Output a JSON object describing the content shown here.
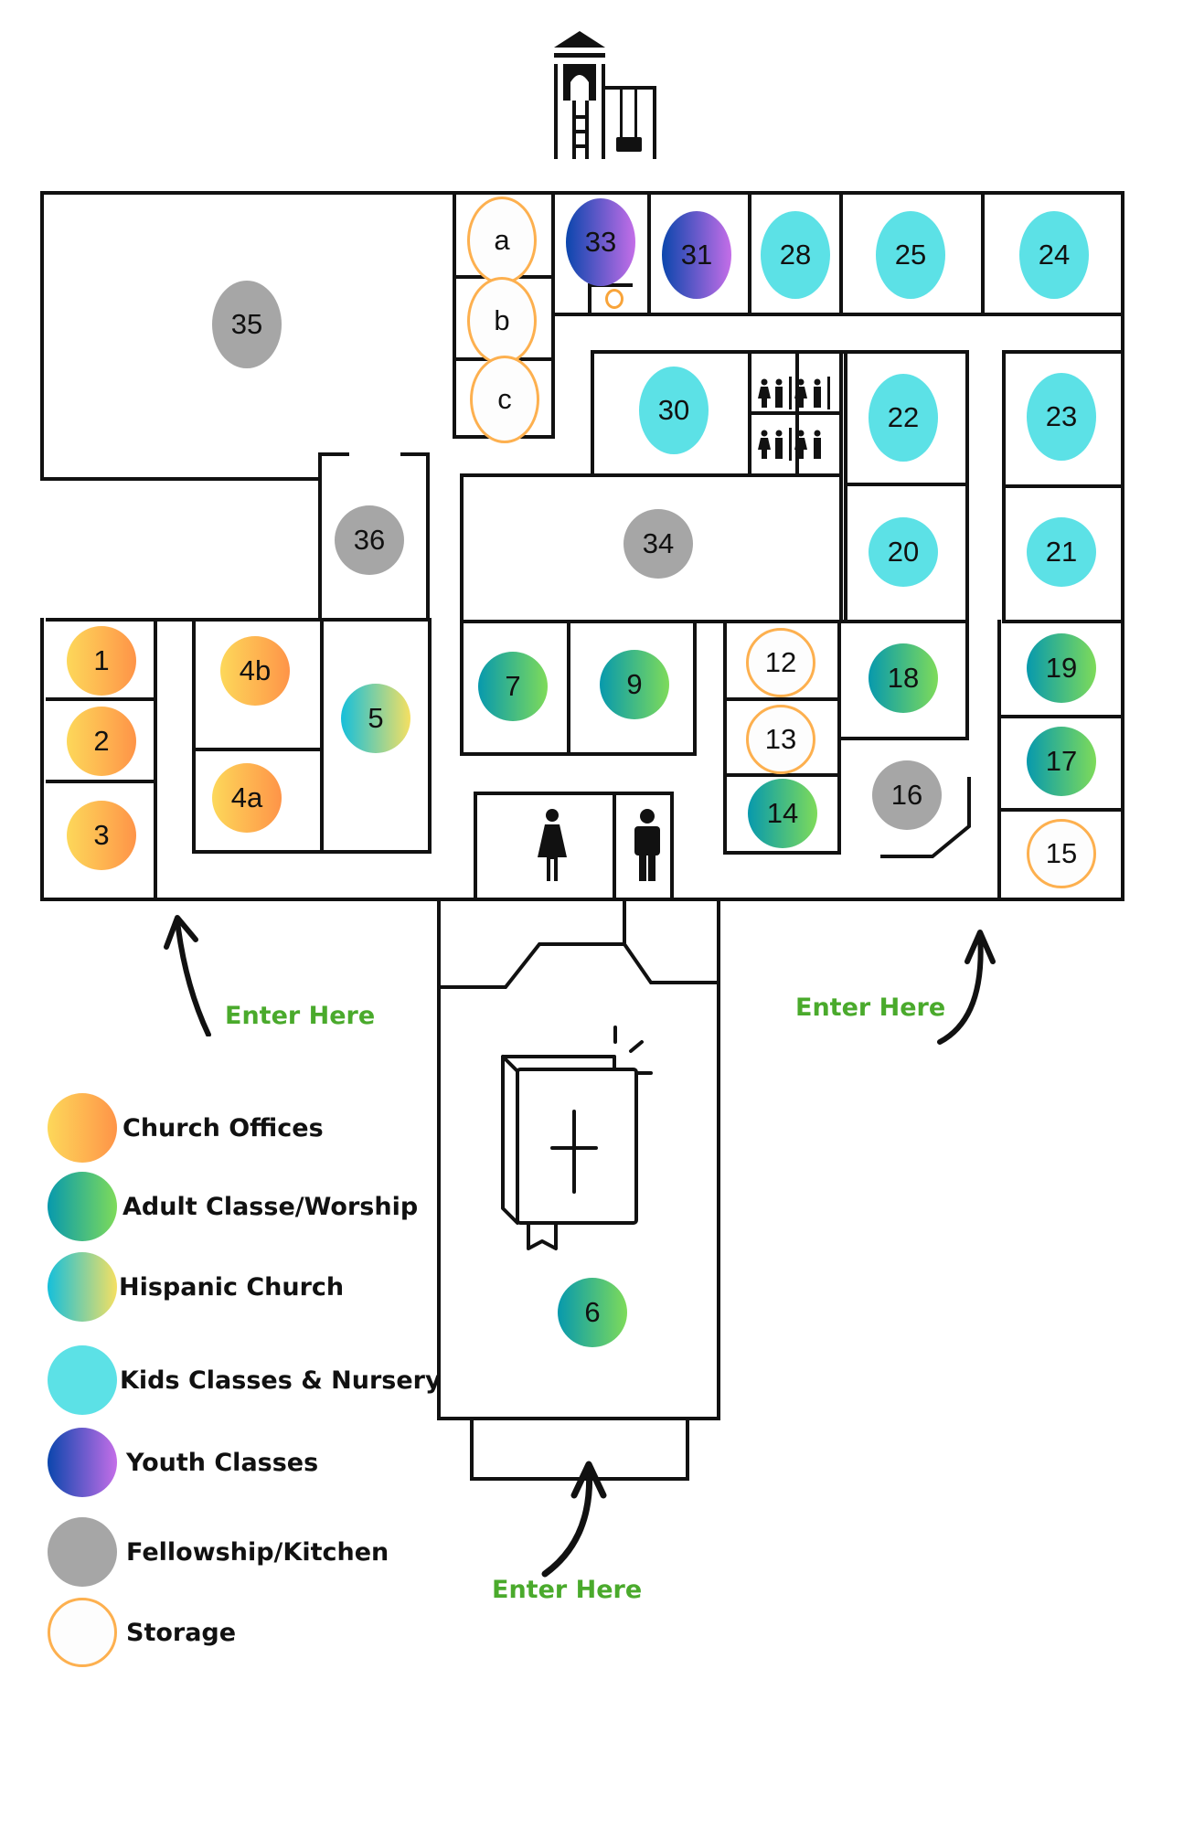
{
  "map": {
    "title": "Church Floor Plan",
    "colors": {
      "church_offices": [
        "#fdd85a",
        "#fe9448"
      ],
      "adult_worship": [
        "#0799ad",
        "#7edb5a"
      ],
      "hispanic_church": [
        "#15bfdb",
        "#f5e062"
      ],
      "kids_nursery": "#5ce1e6",
      "youth": [
        "#0b46ad",
        "#c46ee8"
      ],
      "fellowship_kitchen": "#a6a6a6",
      "storage_border": "#fdb04f",
      "enter_text": "#4aaa2c"
    },
    "rooms": {
      "r35": {
        "label": "35",
        "category": "Fellowship/Kitchen"
      },
      "ra": {
        "label": "a",
        "category": "Storage"
      },
      "rb": {
        "label": "b",
        "category": "Storage"
      },
      "rc": {
        "label": "c",
        "category": "Storage"
      },
      "r33": {
        "label": "33",
        "category": "Youth Classes"
      },
      "r31": {
        "label": "31",
        "category": "Youth Classes"
      },
      "r28": {
        "label": "28",
        "category": "Kids Classes & Nursery"
      },
      "r25": {
        "label": "25",
        "category": "Kids Classes & Nursery"
      },
      "r24": {
        "label": "24",
        "category": "Kids Classes & Nursery"
      },
      "r30": {
        "label": "30",
        "category": "Kids Classes & Nursery"
      },
      "r22": {
        "label": "22",
        "category": "Kids Classes & Nursery"
      },
      "r23": {
        "label": "23",
        "category": "Kids Classes & Nursery"
      },
      "r36": {
        "label": "36",
        "category": "Fellowship/Kitchen"
      },
      "r34": {
        "label": "34",
        "category": "Fellowship/Kitchen"
      },
      "r20": {
        "label": "20",
        "category": "Kids Classes & Nursery"
      },
      "r21": {
        "label": "21",
        "category": "Kids Classes & Nursery"
      },
      "r1": {
        "label": "1",
        "category": "Church Offices"
      },
      "r2": {
        "label": "2",
        "category": "Church Offices"
      },
      "r3": {
        "label": "3",
        "category": "Church Offices"
      },
      "r4b": {
        "label": "4b",
        "category": "Church Offices"
      },
      "r4a": {
        "label": "4a",
        "category": "Church Offices"
      },
      "r5": {
        "label": "5",
        "category": "Hispanic Church"
      },
      "r7": {
        "label": "7",
        "category": "Adult Classe/Worship"
      },
      "r9": {
        "label": "9",
        "category": "Adult Classe/Worship"
      },
      "r12": {
        "label": "12",
        "category": "Storage"
      },
      "r13": {
        "label": "13",
        "category": "Storage"
      },
      "r14": {
        "label": "14",
        "category": "Adult Classe/Worship"
      },
      "r18": {
        "label": "18",
        "category": "Adult Classe/Worship"
      },
      "r16": {
        "label": "16",
        "category": "Fellowship/Kitchen"
      },
      "r19": {
        "label": "19",
        "category": "Adult Classe/Worship"
      },
      "r17": {
        "label": "17",
        "category": "Adult Classe/Worship"
      },
      "r15": {
        "label": "15",
        "category": "Storage"
      },
      "r6": {
        "label": "6",
        "category": "Adult Classe/Worship"
      }
    },
    "entrances": {
      "left": "Enter Here",
      "right": "Enter Here",
      "bottom": "Enter Here"
    },
    "icons": [
      "playground-icon",
      "restroom-women-icon",
      "restroom-men-icon",
      "restroom-pair-icon",
      "bible-icon",
      "entrance-arrow-icon"
    ]
  },
  "legend": {
    "items": [
      {
        "label": "Church Offices"
      },
      {
        "label": "Adult Classe/Worship"
      },
      {
        "label": "Hispanic Church"
      },
      {
        "label": "Kids Classes & Nursery"
      },
      {
        "label": "Youth Classes"
      },
      {
        "label": "Fellowship/Kitchen"
      },
      {
        "label": "Storage"
      }
    ]
  }
}
